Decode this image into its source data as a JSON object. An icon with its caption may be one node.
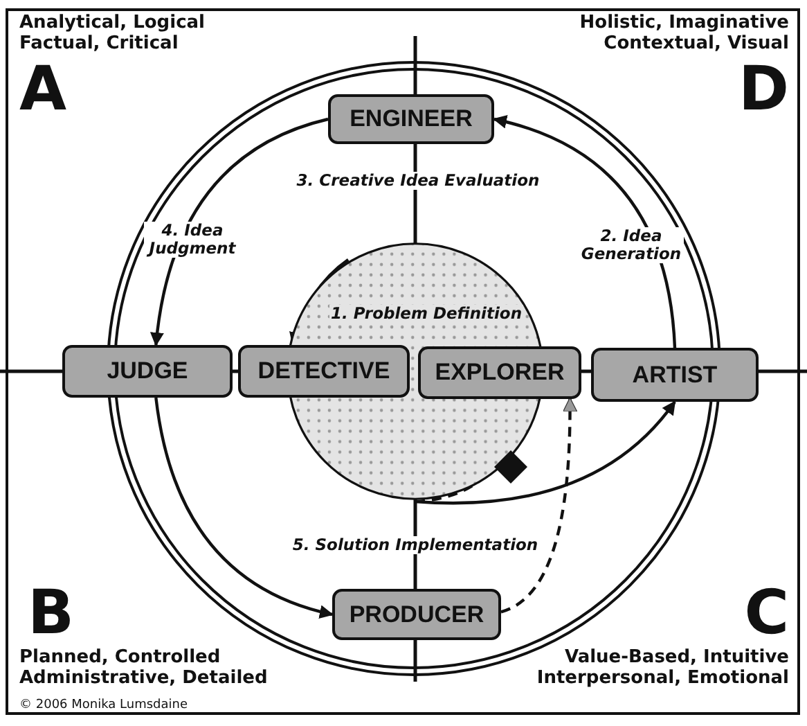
{
  "diagram": {
    "nodes": [
      {
        "text": [
          "ENGINEER"
        ]
      },
      {
        "text": [
          "JUDGE"
        ]
      },
      {
        "text": [
          "DETECTIVE"
        ]
      },
      {
        "text": [
          "EXPLORER"
        ]
      },
      {
        "text": [
          "ARTIST"
        ]
      },
      {
        "text": [
          "PRODUCER"
        ]
      },
      {
        "text": [],
        "shape": "circle"
      },
      {
        "text": [],
        "shape": "diamond"
      }
    ],
    "edges": [
      {
        "from": 4,
        "to": 0,
        "arrow": "to",
        "label": "2. Idea Generation"
      },
      {
        "from": 0,
        "to": 1,
        "arrow": "to",
        "label": "4. Idea Judgment"
      },
      {
        "from": 6,
        "to": 2,
        "arrow": "to"
      },
      {
        "from": 1,
        "to": 5,
        "arrow": "to"
      },
      {
        "from": 5,
        "to": 3,
        "arrow": "to",
        "style": "dashed"
      },
      {
        "from": 6,
        "to": 4,
        "arrow": "to"
      },
      {
        "from": 6,
        "to": 7,
        "arrow": "none",
        "style": "dashed"
      }
    ],
    "labels": [
      "Analytical, Logical Factual, Critical",
      "Holistic, Imaginative Contextual, Visual",
      "A",
      "D",
      "3. Creative Idea Evaluation",
      "1. Problem Definition",
      "5. Solution Implementation",
      "B",
      "C",
      "Planned, Controlled Administrative, Detailed",
      "Value-Based, Intuitive Interpersonal, Emotional",
      "© 2006 Monika Lumsdaine"
    ]
  }
}
